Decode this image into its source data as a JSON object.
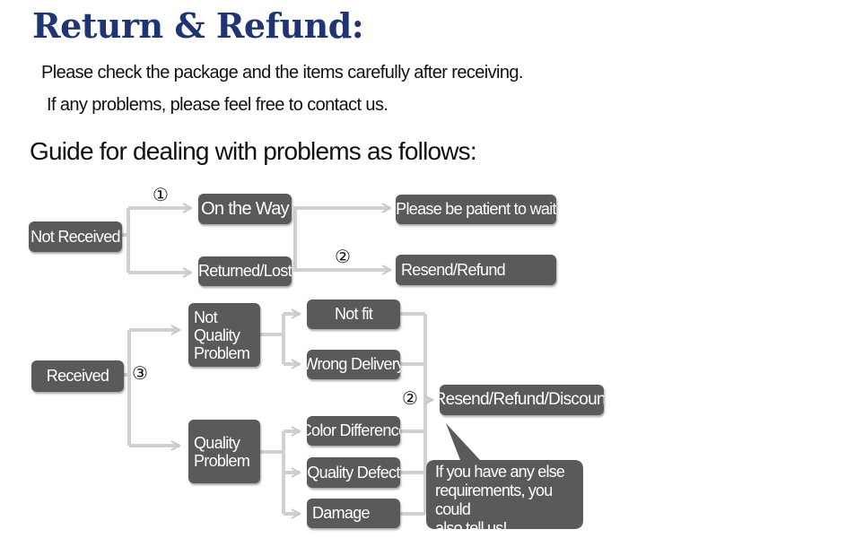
{
  "header": {
    "title": "Return & Refund:",
    "line1": "Please check the package and the items carefully after receiving.",
    "line2": "If any problems, please feel free to contact us.",
    "guide": "Guide for dealing with problems as follows:"
  },
  "flow": {
    "not_received": "Not Received",
    "on_the_way": "On the Way",
    "returned_lost": "Returned/Lost",
    "patient": "Please be patient to wait",
    "resend_refund": "Resend/Refund",
    "received": "Received",
    "not_quality": "Not\nQuality\nProblem",
    "quality": "Quality\nProblem",
    "not_fit": "Not fit",
    "wrong_delivery": "Wrong Delivery",
    "color_difference": "Color Difference",
    "quality_defect": "Quality Defect",
    "damage": "Damage",
    "resend_refund_discount": "Resend/Refund/Discount",
    "note": "If you have any else\nrequirements, you could\nalso tell us!"
  },
  "markers": {
    "m1": "①",
    "m2a": "②",
    "m2b": "②",
    "m3": "③"
  }
}
